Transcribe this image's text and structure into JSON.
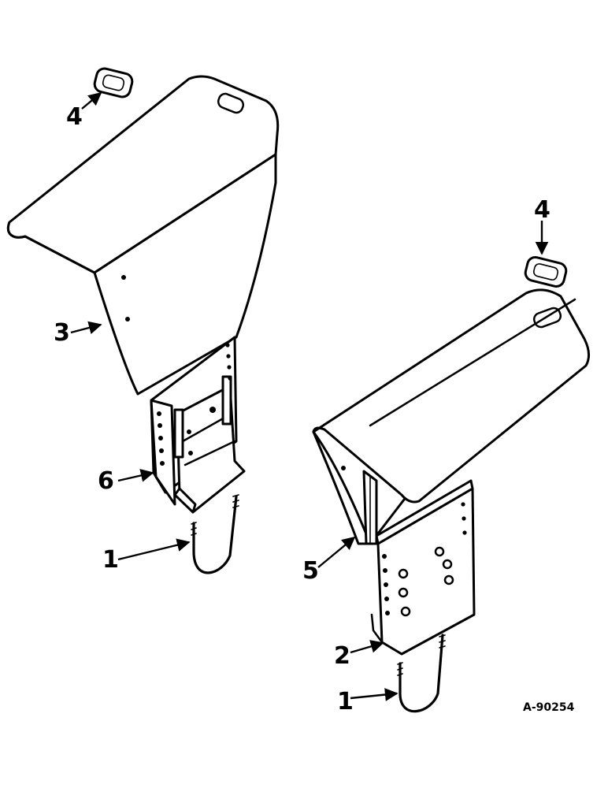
{
  "callouts": {
    "c4_left": "4",
    "c3": "3",
    "c6": "6",
    "c1_left": "1",
    "c4_right": "4",
    "c5": "5",
    "c2": "2",
    "c1_right": "1"
  },
  "figure_id": "A-90254"
}
